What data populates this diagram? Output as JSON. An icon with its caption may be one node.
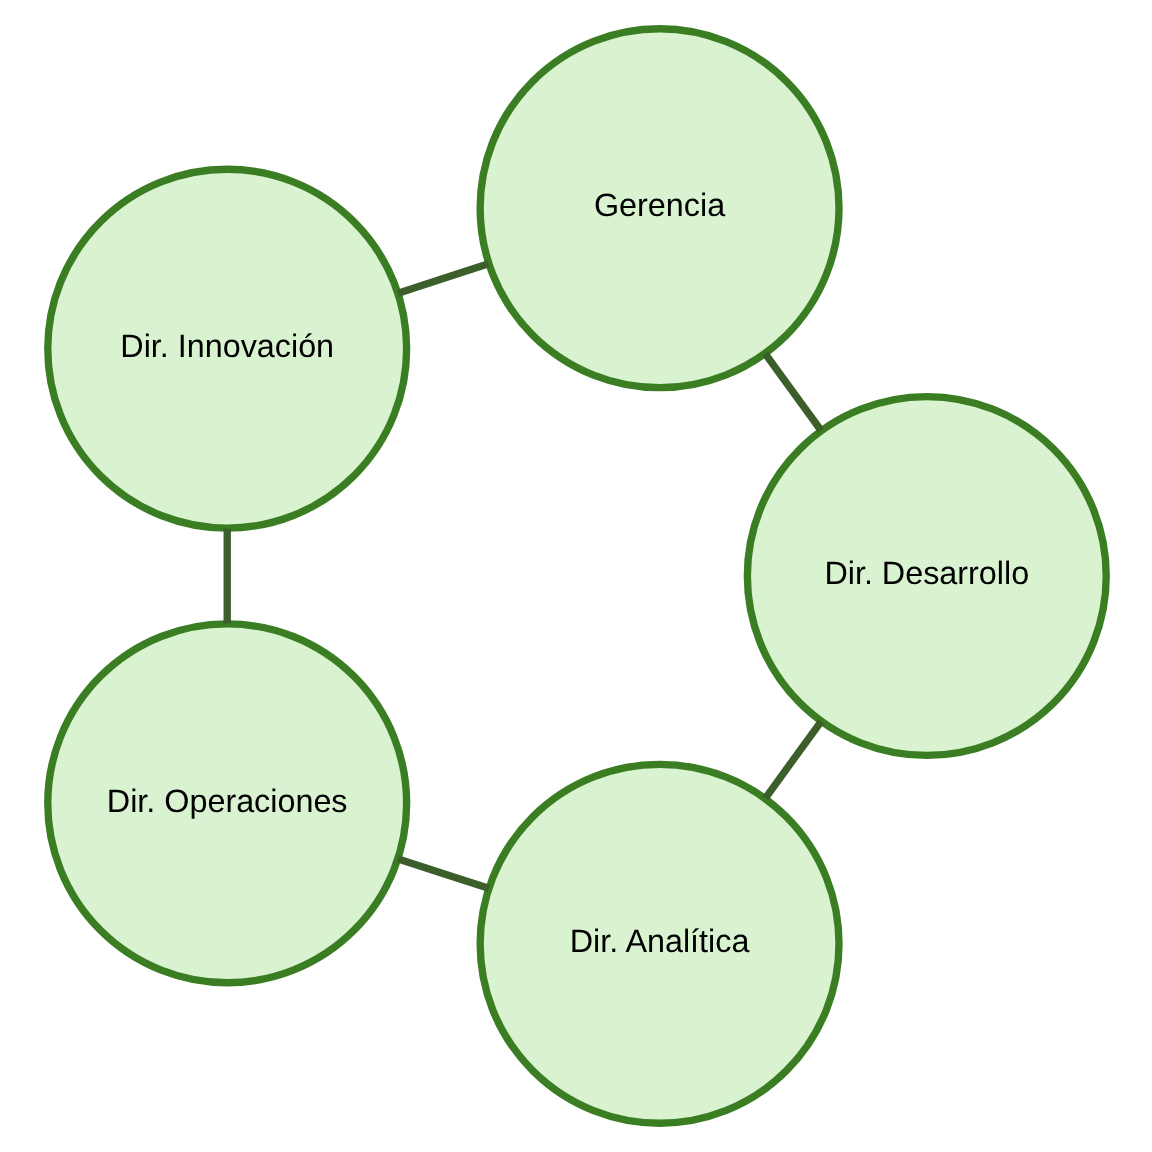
{
  "diagram": {
    "nodes": [
      {
        "text": [
          "Dir. Analítica"
        ]
      },
      {
        "text": [
          "Dir. Operaciones"
        ]
      },
      {
        "text": [
          "Dir. Innovación"
        ]
      },
      {
        "text": [
          "Dir. Desarrollo"
        ]
      },
      {
        "text": [
          "Gerencia"
        ]
      }
    ],
    "edges": [
      {
        "from": 0,
        "to": 1,
        "arrow": "none"
      },
      {
        "from": 1,
        "to": 2,
        "arrow": "none"
      },
      {
        "from": 2,
        "to": 4,
        "arrow": "none"
      },
      {
        "from": 4,
        "to": 3,
        "arrow": "none"
      },
      {
        "from": 3,
        "to": 0,
        "arrow": "none"
      }
    ]
  }
}
